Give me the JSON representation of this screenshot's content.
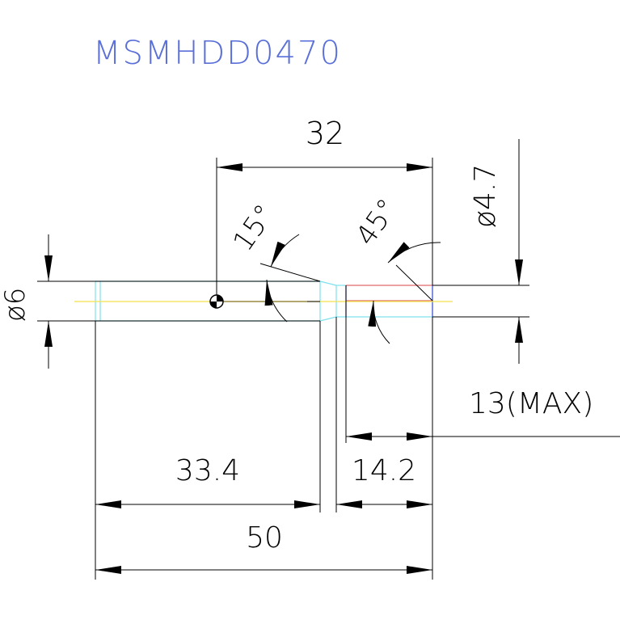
{
  "title": "MSMHDD0470",
  "dimensions": {
    "d32": "32",
    "phi47": "ø4.7",
    "phi6": "ø6",
    "ang15": "15°",
    "ang45": "45°",
    "d13": "13(MAX)",
    "d334": "33.4",
    "d142": "14.2",
    "d50": "50"
  },
  "colors": {
    "title": "#5a6fd8",
    "line": "#000000",
    "shaft_outline": "#7fe0ee",
    "center_line": "#f2e24a",
    "flat_face": "#e26b6b",
    "flat_edge": "#3b49d6"
  }
}
